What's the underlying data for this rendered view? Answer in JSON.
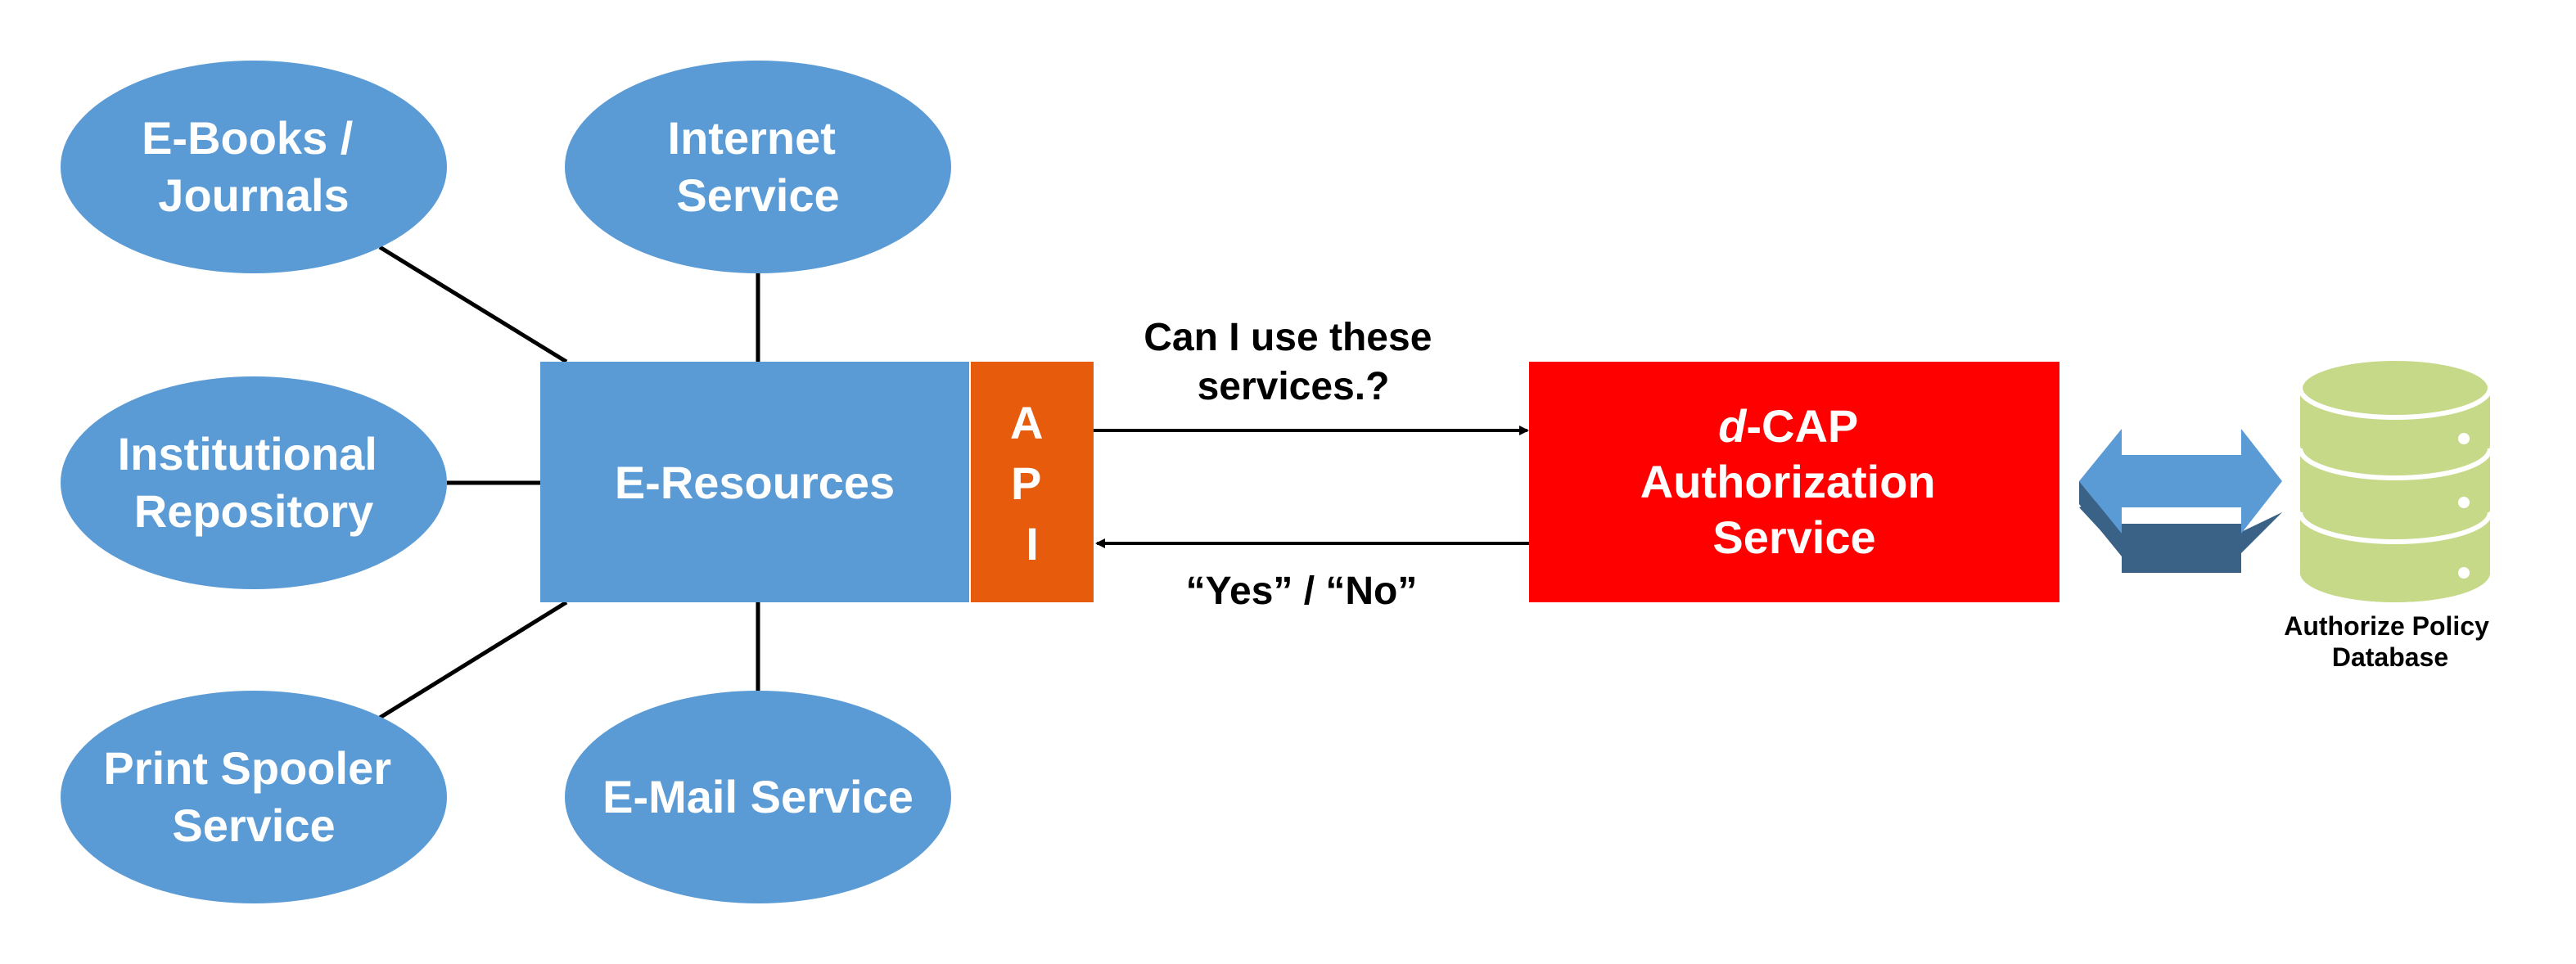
{
  "services": [
    {
      "lines": [
        "E-Books /",
        "Journals"
      ]
    },
    {
      "lines": [
        "Internet",
        "Service"
      ]
    },
    {
      "lines": [
        "Institutional",
        "Repository"
      ]
    },
    {
      "lines": [
        "Print Spooler",
        "Service"
      ]
    },
    {
      "lines": [
        "E-Mail Service"
      ]
    }
  ],
  "hub": {
    "label": "E-Resources"
  },
  "api": {
    "letters": [
      "A",
      "P",
      "I"
    ]
  },
  "request": {
    "lines": [
      "Can I use these",
      "services.?"
    ]
  },
  "response": {
    "label": "“Yes” / “No”"
  },
  "auth": {
    "prefix": "d",
    "line1_rest": "-CAP",
    "line2": "Authorization",
    "line3": "Service"
  },
  "database": {
    "lines": [
      "Authorize Policy",
      "Database"
    ]
  },
  "colors": {
    "ellipse": "#5b9bd5",
    "hub": "#5b9bd5",
    "api": "#e65c0c",
    "auth": "#ff0000",
    "db": "#c5d989",
    "arrow_light": "#5b9bd5",
    "arrow_dark": "#3a6186"
  }
}
